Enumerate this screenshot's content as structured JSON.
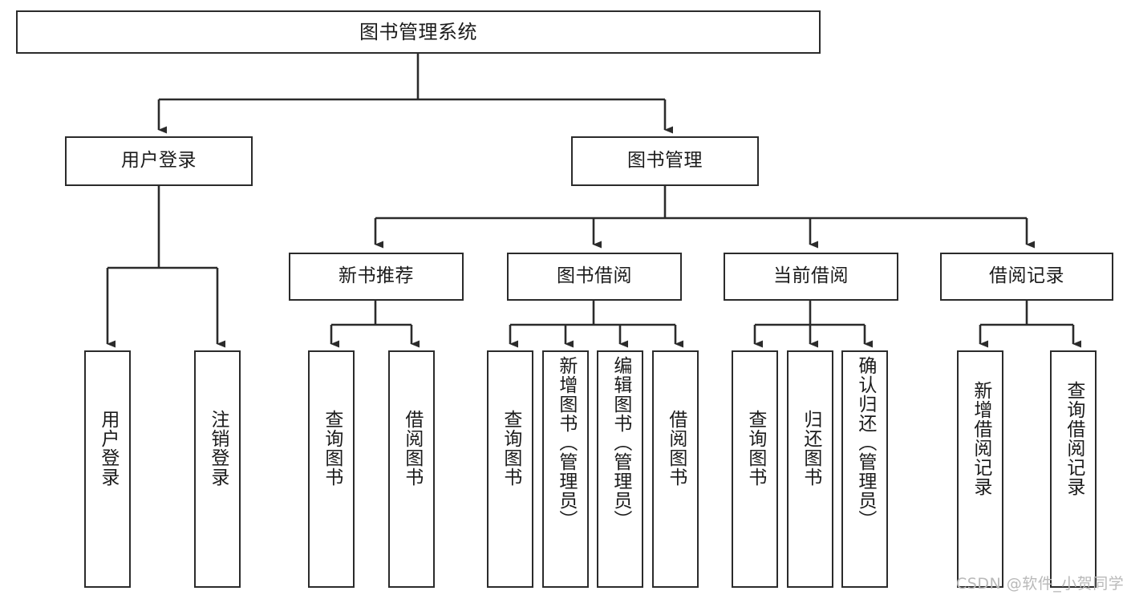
{
  "diagram": {
    "title": "图书管理系统",
    "type": "function-structure-tree",
    "watermark": "CSDN @软件_小贺同学",
    "colors": {
      "box_border": "#2b2b2b",
      "box_fill": "#ffffff",
      "connector": "#2b2b2b",
      "text": "#1b1b1b",
      "watermark": "#b9b9b9"
    }
  },
  "nodes": {
    "root": {
      "label": "图书管理系统",
      "level": 1
    },
    "level2": [
      {
        "id": "user-login",
        "label": "用户登录"
      },
      {
        "id": "book-manage",
        "label": "图书管理"
      }
    ],
    "level3": [
      {
        "id": "new-book-recommend",
        "label": "新书推荐",
        "parent": "book-manage"
      },
      {
        "id": "book-borrow",
        "label": "图书借阅",
        "parent": "book-manage"
      },
      {
        "id": "current-borrow",
        "label": "当前借阅",
        "parent": "book-manage"
      },
      {
        "id": "borrow-record",
        "label": "借阅记录",
        "parent": "book-manage"
      }
    ],
    "leaves": {
      "user-login": [
        {
          "id": "leaf-user-login",
          "label": "用户登录"
        },
        {
          "id": "leaf-user-logout",
          "label": "注销登录"
        }
      ],
      "new-book-recommend": [
        {
          "id": "leaf-query-book-1",
          "label": "查询图书"
        },
        {
          "id": "leaf-borrow-book-1",
          "label": "借阅图书"
        }
      ],
      "book-borrow": [
        {
          "id": "leaf-query-book-2",
          "label": "查询图书"
        },
        {
          "id": "leaf-add-book",
          "label": "新增图书（管理员）"
        },
        {
          "id": "leaf-edit-book",
          "label": "编辑图书（管理员）"
        },
        {
          "id": "leaf-borrow-book-2",
          "label": "借阅图书"
        }
      ],
      "current-borrow": [
        {
          "id": "leaf-query-book-3",
          "label": "查询图书"
        },
        {
          "id": "leaf-return-book",
          "label": "归还图书"
        },
        {
          "id": "leaf-confirm-return",
          "label": "确认归还（管理员）"
        }
      ],
      "borrow-record": [
        {
          "id": "leaf-add-record",
          "label": "新增借阅记录"
        },
        {
          "id": "leaf-query-record",
          "label": "查询借阅记录"
        }
      ]
    }
  }
}
